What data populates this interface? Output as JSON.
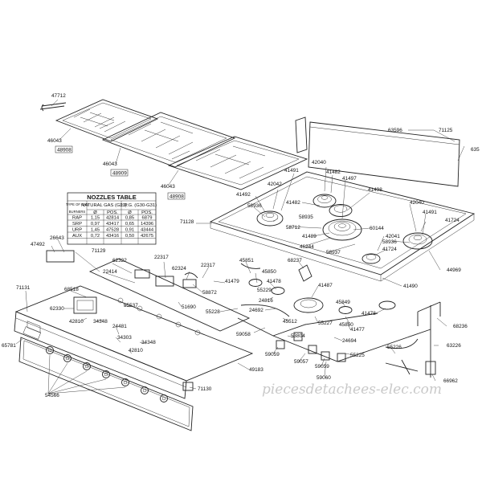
{
  "nozzles_table": {
    "title": "NOZZLES TABLE",
    "col_type": "TYPE OF GAS",
    "col_natural": "NATURAL GAS (G20)",
    "col_lpg": "L.P.G. (G30-G31)",
    "sub_burners": "BURNERS",
    "sub_d1": "Ø",
    "sub_pos1": "POS.",
    "sub_d2": "Ø",
    "sub_pos2": "POS.",
    "rows": [
      {
        "burner": "RAP",
        "d1": "1,15",
        "pos1": "42814",
        "d2": "0,85",
        "pos2": "6879"
      },
      {
        "burner": "SRP",
        "d1": "0,97",
        "pos1": "43417",
        "d2": "0,65",
        "pos2": "14396"
      },
      {
        "burner": "URP",
        "d1": "1,45",
        "pos1": "47528",
        "d2": "0,91",
        "pos2": "43444"
      },
      {
        "burner": "AUX",
        "d1": "0,72",
        "pos1": "43416",
        "d2": "0,50",
        "pos2": "42675"
      }
    ]
  },
  "labels": {
    "l47712": "47712",
    "l46043a": "46043",
    "l48908a": "48908",
    "l46043b": "46043",
    "l48909": "48909",
    "l46043c": "46043",
    "l48908b": "48908",
    "l63596": "63596",
    "l71125": "71125",
    "l635": "635",
    "l42040a": "42040",
    "l41491a": "41491",
    "l41482a": "41482",
    "l41497": "41497",
    "l41492": "41492",
    "l42042": "42042",
    "l41482b": "41482",
    "l41498": "41498",
    "l58936a": "58936",
    "l58935": "58935",
    "l42040b": "42040",
    "l71128": "71128",
    "l41491b": "41491",
    "l58712": "58712",
    "l41489": "41489",
    "l60144": "60144",
    "l41724a": "41724",
    "l42041": "42041",
    "l46244": "46244",
    "l58936b": "58936",
    "l58937": "58937",
    "l41724b": "41724",
    "l44969": "44969",
    "l41490": "41490",
    "l47492": "47492",
    "l26643": "26643",
    "l71129": "71129",
    "l62322": "62322",
    "l22317a": "22317",
    "l62324": "62324",
    "l22317b": "22317",
    "l45851": "45851",
    "l68237": "68237",
    "l22414": "22414",
    "l68518": "68518",
    "l58872": "58872",
    "l41479": "41479",
    "l45850a": "45850",
    "l41478a": "41478",
    "l55229": "55229",
    "l71131": "71131",
    "l62330": "62330",
    "l55537": "55537",
    "l51690": "51690",
    "l41487": "41487",
    "l24816": "24816",
    "l55228": "55228",
    "l24692a": "24692",
    "l45849": "45849",
    "l41478b": "41478",
    "l42810a": "42810",
    "l34348a": "34348",
    "l45512": "45512",
    "l55227": "55227",
    "l41477": "41477",
    "l68236": "68236",
    "l24481": "24481",
    "l59058": "59058",
    "l53804": "53804",
    "l45850b": "45850",
    "l65781": "65781",
    "l34303": "34303",
    "l34348b": "34348",
    "l42810b": "42810",
    "l24694": "24694",
    "l55225": "55225",
    "l55226": "55226",
    "l63226": "63226",
    "l59059a": "59059",
    "l59057": "59057",
    "l59059b": "59059",
    "l59060": "59060",
    "l49183": "49183",
    "l66962": "66962",
    "l54566": "54566",
    "l71130": "71130"
  },
  "watermark": "piecesdetachees-elec.com"
}
